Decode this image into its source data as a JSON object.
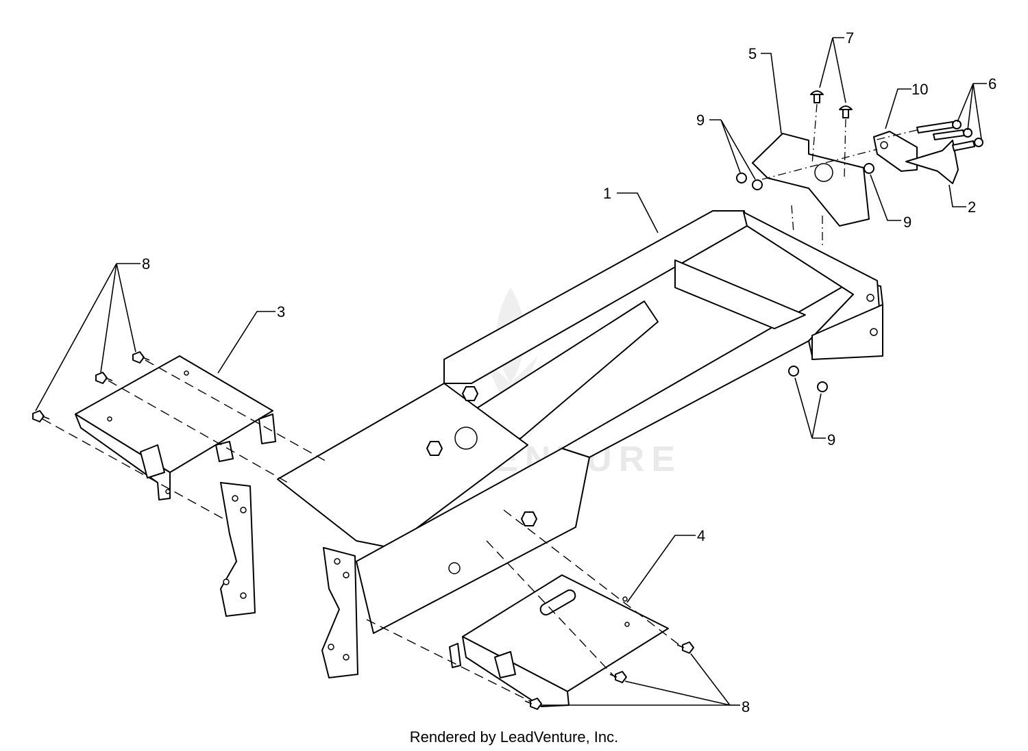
{
  "callouts": {
    "c1": "1",
    "c2": "2",
    "c3": "3",
    "c4": "4",
    "c5": "5",
    "c6": "6",
    "c7": "7",
    "c8a": "8",
    "c8b": "8",
    "c9a": "9",
    "c9b": "9",
    "c9c": "9",
    "c10": "10"
  },
  "watermark": "LEADVENTURE",
  "credit": "Rendered by LeadVenture, Inc."
}
